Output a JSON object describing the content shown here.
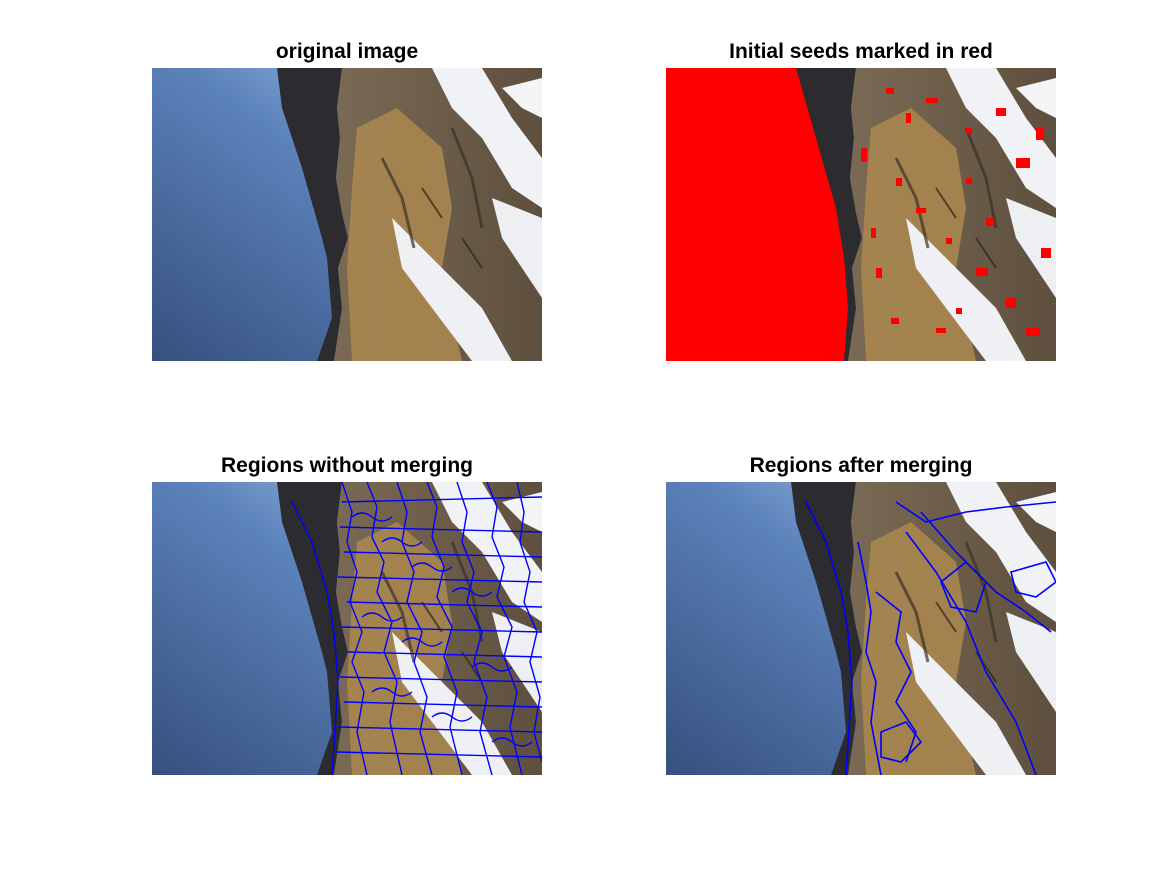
{
  "figure": {
    "panels": [
      {
        "title": "original image"
      },
      {
        "title": "Initial seeds marked in red"
      },
      {
        "title": "Regions without merging"
      },
      {
        "title": "Regions after merging"
      }
    ]
  },
  "colors": {
    "seed_marker": "#ff0000",
    "region_boundary": "#0000ff",
    "sky_dark": "#3c5a8c",
    "sky_light": "#a9d3f5",
    "mountain": "#2a2a2e",
    "ground": "#6b5a45",
    "grass": "#a8864f",
    "snow": "#f2f3f6"
  }
}
